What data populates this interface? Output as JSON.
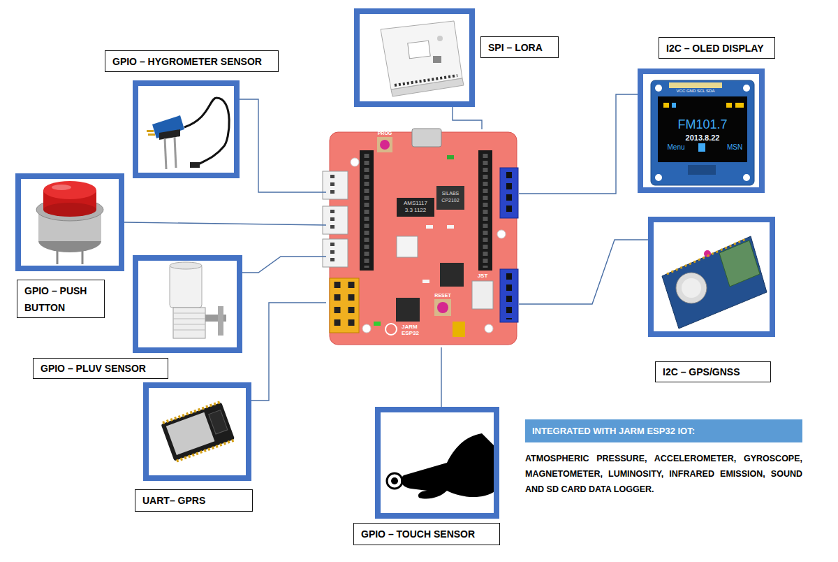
{
  "diagram": {
    "nodes": [
      {
        "text": [
          "SPI – LORA"
        ]
      },
      {
        "text": [
          "GPIO – HYGROMETER SENSOR"
        ]
      },
      {
        "text": [
          "I2C – OLED DISPLAY"
        ]
      },
      {
        "text": [
          "JARM ESP32"
        ]
      },
      {
        "text": [
          "GPIO – PUSH BUTTON"
        ]
      },
      {
        "text": [
          "I2C – GPS/GNSS"
        ]
      },
      {
        "text": [
          "GPIO – PLUV SENSOR"
        ]
      },
      {
        "text": [
          "UART– GPRS"
        ]
      },
      {
        "text": [
          "GPIO – TOUCH SENSOR"
        ]
      },
      {
        "text": [
          "INTEGRATED WITH JARM ESP32 IOT:",
          "ATMOSPHERIC PRESSURE, ACCELEROMETER, GYROSCOPE, MAGNETOMETER, LUMINOSITY, INFRARED EMISSION, SOUND AND SD CARD DATA LOGGER."
        ]
      }
    ],
    "edges": [
      {
        "from": 3,
        "to": 0,
        "arrow": "none"
      },
      {
        "from": 3,
        "to": 1,
        "arrow": "none"
      },
      {
        "from": 3,
        "to": 2,
        "arrow": "none"
      },
      {
        "from": 3,
        "to": 4,
        "arrow": "none"
      },
      {
        "from": 3,
        "to": 5,
        "arrow": "none"
      },
      {
        "from": 3,
        "to": 6,
        "arrow": "none"
      },
      {
        "from": 3,
        "to": 7,
        "arrow": "none"
      },
      {
        "from": 3,
        "to": 8,
        "arrow": "none"
      }
    ],
    "labels": [
      "PROG",
      "AMS1117",
      "3.3 1122",
      "SILABS",
      "CP2102",
      "RESET",
      "JST",
      "VCC GND SCL SDA",
      "FM101.7",
      "2013.8.22",
      "Menu",
      "MSN"
    ]
  }
}
